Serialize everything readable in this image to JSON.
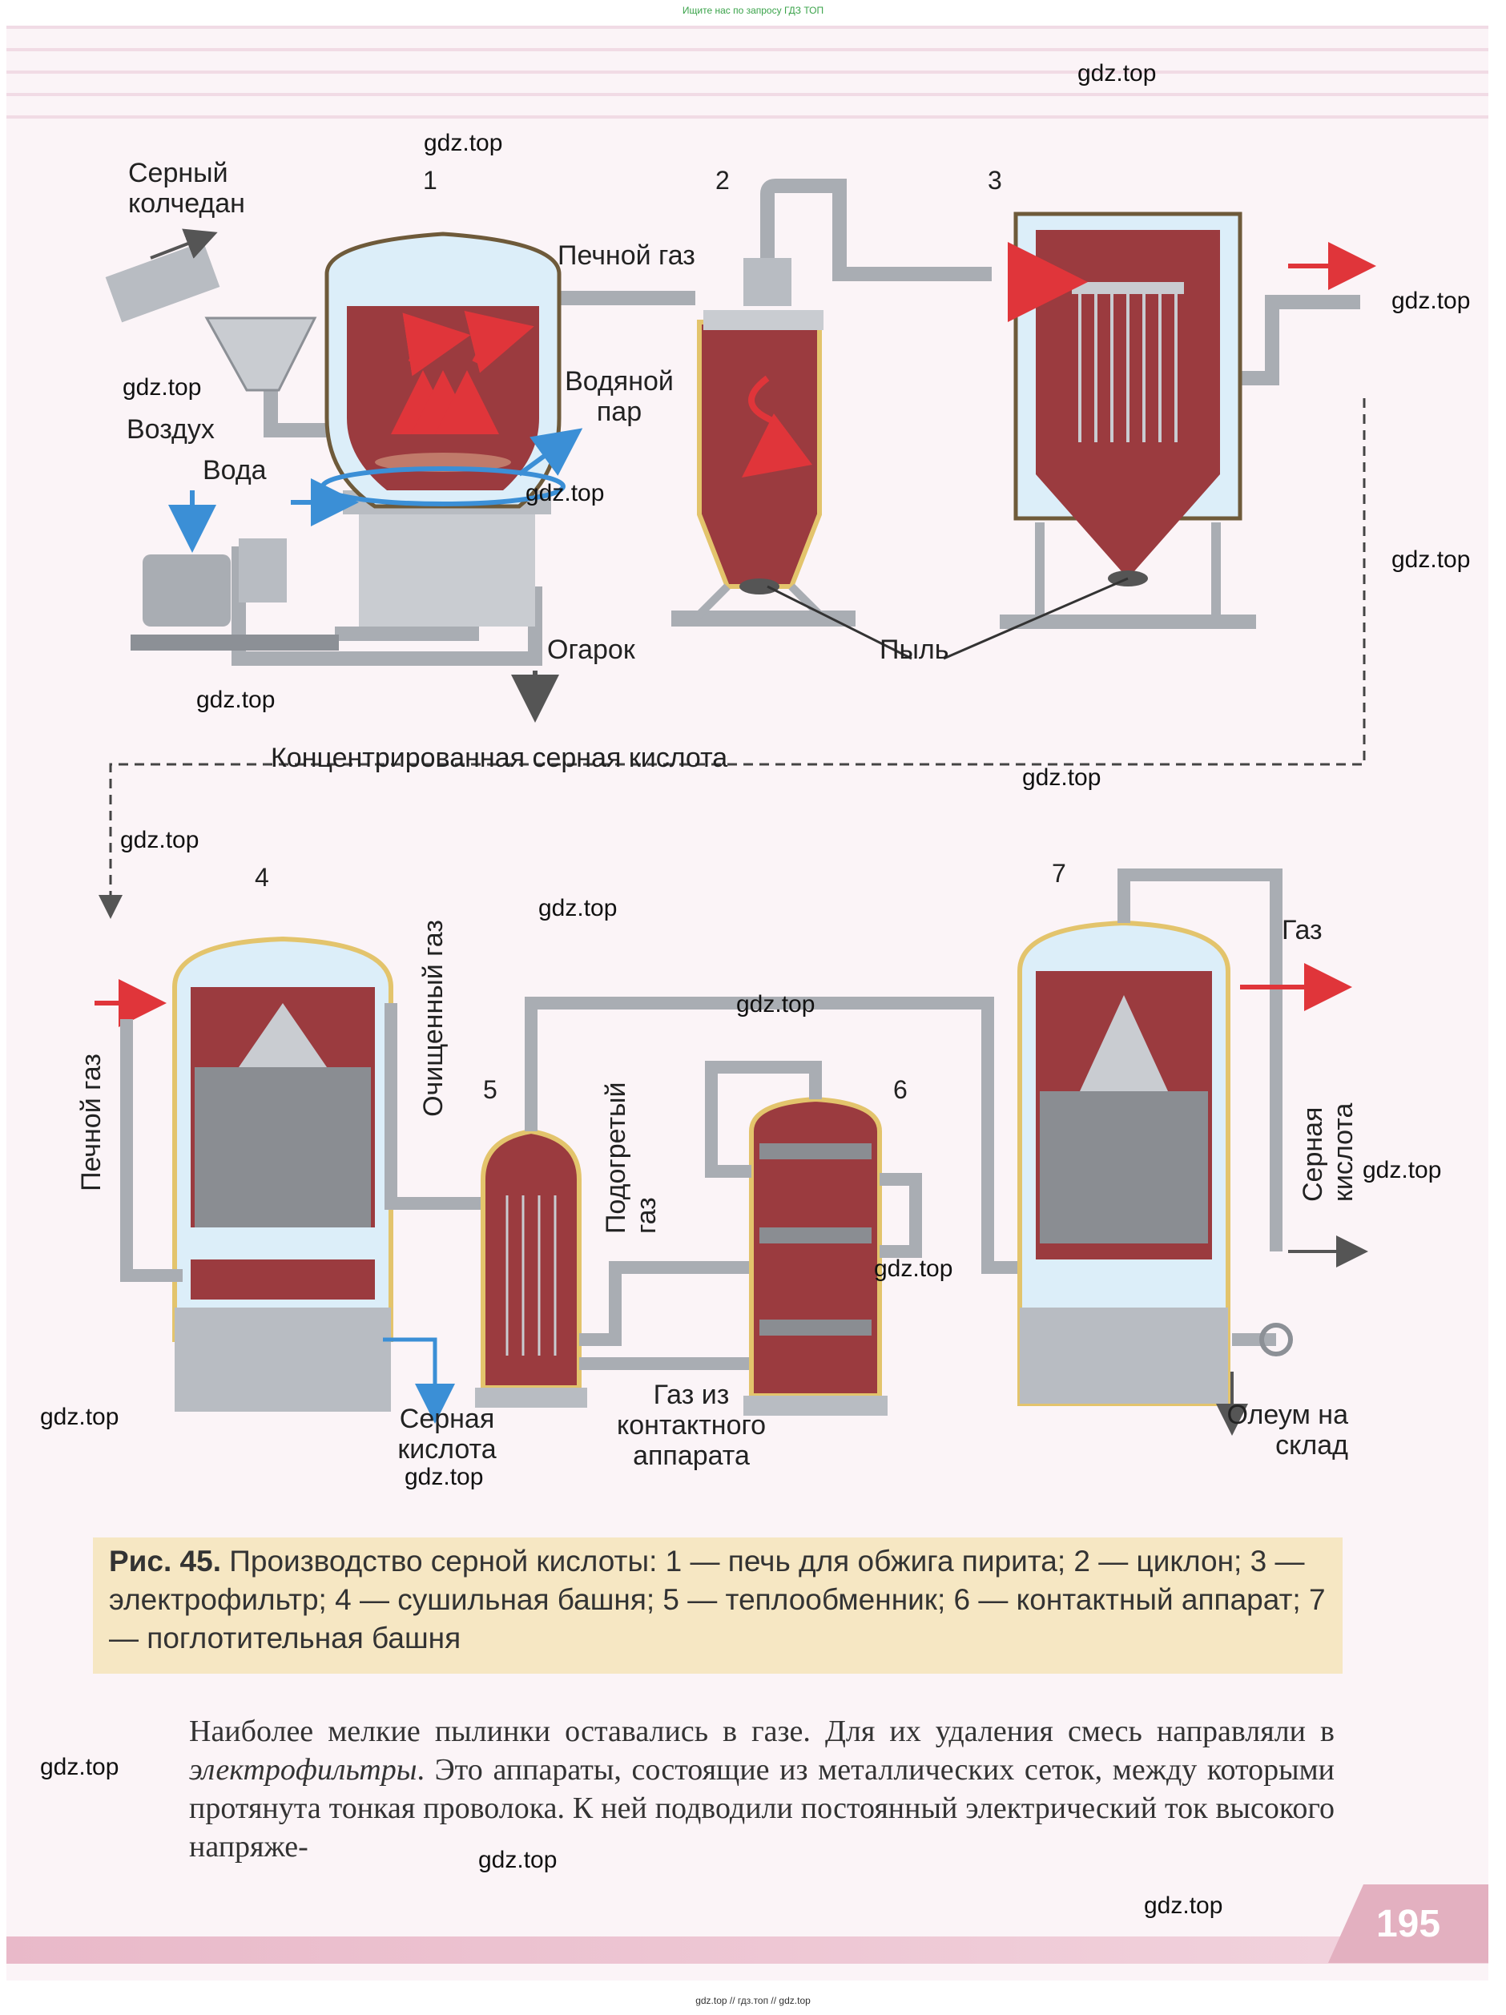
{
  "header": {
    "top_link": "Ищите нас по запросу ГДЗ ТОП"
  },
  "watermark": "gdz.top",
  "figure": {
    "numbers": [
      "1",
      "2",
      "3",
      "4",
      "5",
      "6",
      "7"
    ],
    "labels": {
      "pyrite": "Серный колчедан",
      "furnace_gas_top": "Печной газ",
      "air": "Воздух",
      "water": "Вода",
      "steam": "Водяной пар",
      "cinder": "Огарок",
      "dust": "Пыль",
      "conc_acid": "Концентрированная серная кислота",
      "furnace_gas_left": "Печной газ",
      "cleaned_gas": "Очищенный газ",
      "heated_gas": "Подогретый газ",
      "gas_out": "Газ",
      "sulfuric_acid_right": "Серная кислота",
      "sulfuric_acid_bottom": "Серная кислота",
      "gas_from_contact": "Газ из контактного аппарата",
      "oleum": "Олеум на склад"
    },
    "colors": {
      "steel": "#b8bcc2",
      "red_interior": "#9b3b3f",
      "insulation": "#dceef9",
      "arrow_red": "#e0353a",
      "arrow_blue": "#3b8fd6",
      "jacket": "#e3c46c"
    }
  },
  "caption": {
    "fig": "Рис. 45.",
    "text": "Производство серной кислоты: 1 — печь для обжига пирита; 2 — циклон; 3 — электрофильтр; 4 — сушильная башня; 5 — теплообменник; 6 — контактный аппарат; 7 — поглотительная башня"
  },
  "body": {
    "p1": "Наиболее мелкие пылинки оставались в газе. Для их удаления смесь направляли в ",
    "em": "электрофильтры",
    "p2": ". Это аппараты, состоящие из металлических сеток, между которыми протянута тонкая проволока. К ней подводили постоянный электрический ток высокого напряже-"
  },
  "page_number": "195",
  "footer": {
    "links": "gdz.top // гдз.топ // gdz.top"
  }
}
